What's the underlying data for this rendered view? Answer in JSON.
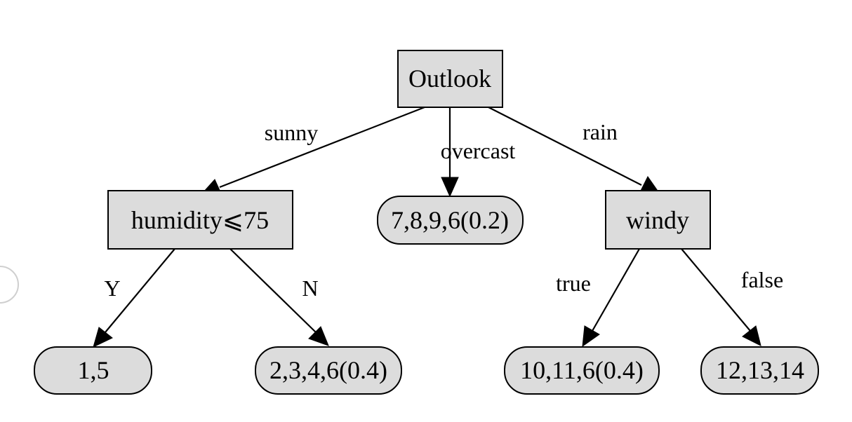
{
  "nodes": {
    "outlook": {
      "label": "Outlook",
      "shape": "box"
    },
    "humidity": {
      "label": "humidity⩽75",
      "shape": "box"
    },
    "overcast_leaf": {
      "label": "7,8,9,6(0.2)",
      "shape": "rounded"
    },
    "windy": {
      "label": "windy",
      "shape": "box"
    },
    "leaf_1_5": {
      "label": "1,5",
      "shape": "rounded"
    },
    "leaf_2_3_4_6": {
      "label": "2,3,4,6(0.4)",
      "shape": "rounded"
    },
    "leaf_10_11_6": {
      "label": "10,11,6(0.4)",
      "shape": "rounded"
    },
    "leaf_12_13_14": {
      "label": "12,13,14",
      "shape": "rounded"
    }
  },
  "edges": [
    {
      "from": "outlook",
      "to": "humidity",
      "label": "sunny"
    },
    {
      "from": "outlook",
      "to": "overcast_leaf",
      "label": "overcast"
    },
    {
      "from": "outlook",
      "to": "windy",
      "label": "rain"
    },
    {
      "from": "humidity",
      "to": "leaf_1_5",
      "label": "Y"
    },
    {
      "from": "humidity",
      "to": "leaf_2_3_4_6",
      "label": "N"
    },
    {
      "from": "windy",
      "to": "leaf_10_11_6",
      "label": "true"
    },
    {
      "from": "windy",
      "to": "leaf_12_13_14",
      "label": "false"
    }
  ],
  "colors": {
    "node_fill": "#dcdcdc",
    "stroke": "#000000",
    "background": "#ffffff"
  }
}
